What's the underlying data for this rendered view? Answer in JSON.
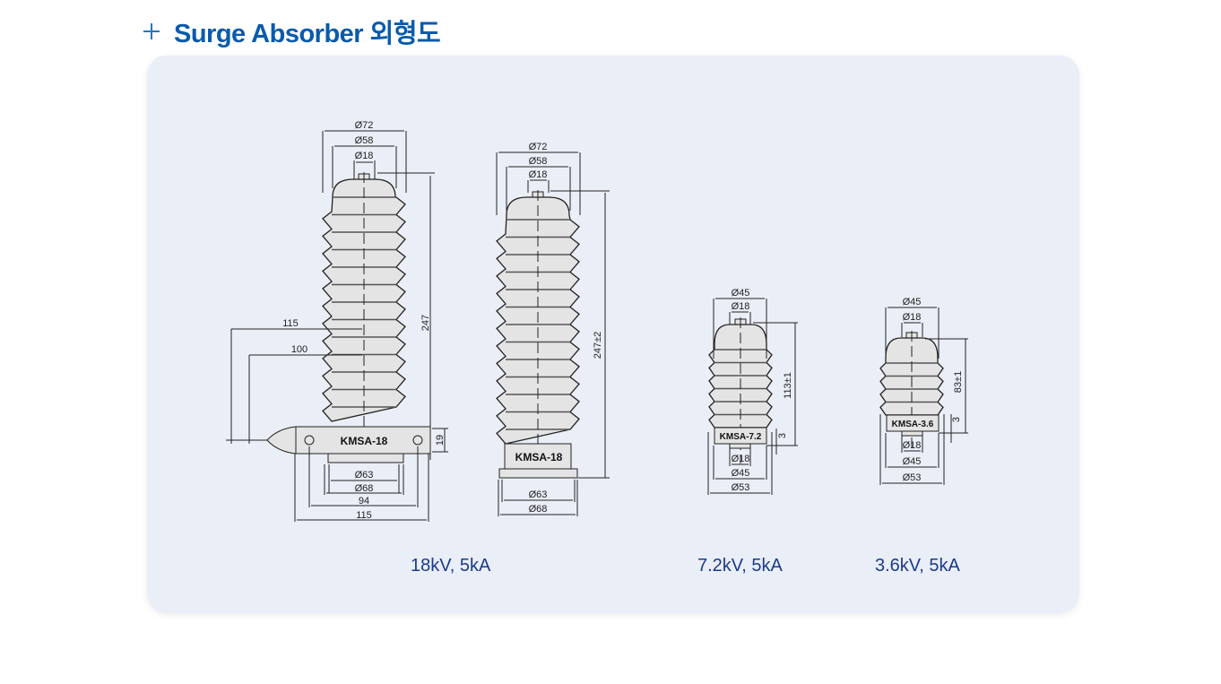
{
  "header": {
    "title": "Surge Absorber 외형도",
    "icon": "plus-icon"
  },
  "colors": {
    "title": "#0a5bab",
    "panel": "#eaeef7",
    "caption": "#1b3a8a",
    "body_fill": "#e4e4e4"
  },
  "drawings": [
    {
      "model": "KMSA-18",
      "variant": "bracket",
      "caption": "18kV, 5kA",
      "dims": {
        "top1": "Ø72",
        "top2": "Ø58",
        "top3": "Ø18",
        "height": "247",
        "arm1": "115",
        "arm2": "100",
        "bracket_h": "19",
        "bot1": "Ø63",
        "bot2": "Ø68",
        "bot3": "94",
        "bot4": "115"
      }
    },
    {
      "model": "KMSA-18",
      "variant": "base",
      "caption": "",
      "dims": {
        "top1": "Ø72",
        "top2": "Ø58",
        "top3": "Ø18",
        "height": "247±2",
        "bot1": "Ø63",
        "bot2": "Ø68"
      }
    },
    {
      "model": "KMSA-7.2",
      "caption": "7.2kV, 5kA",
      "dims": {
        "top1": "Ø45",
        "top2": "Ø18",
        "height": "113±1",
        "base_h": "3",
        "bot1": "Ø18",
        "bot2": "Ø45",
        "bot3": "Ø53"
      }
    },
    {
      "model": "KMSA-3.6",
      "caption": "3.6kV, 5kA",
      "dims": {
        "top1": "Ø45",
        "top2": "Ø18",
        "height": "83±1",
        "base_h": "3",
        "bot1": "Ø18",
        "bot2": "Ø45",
        "bot3": "Ø53"
      }
    }
  ]
}
